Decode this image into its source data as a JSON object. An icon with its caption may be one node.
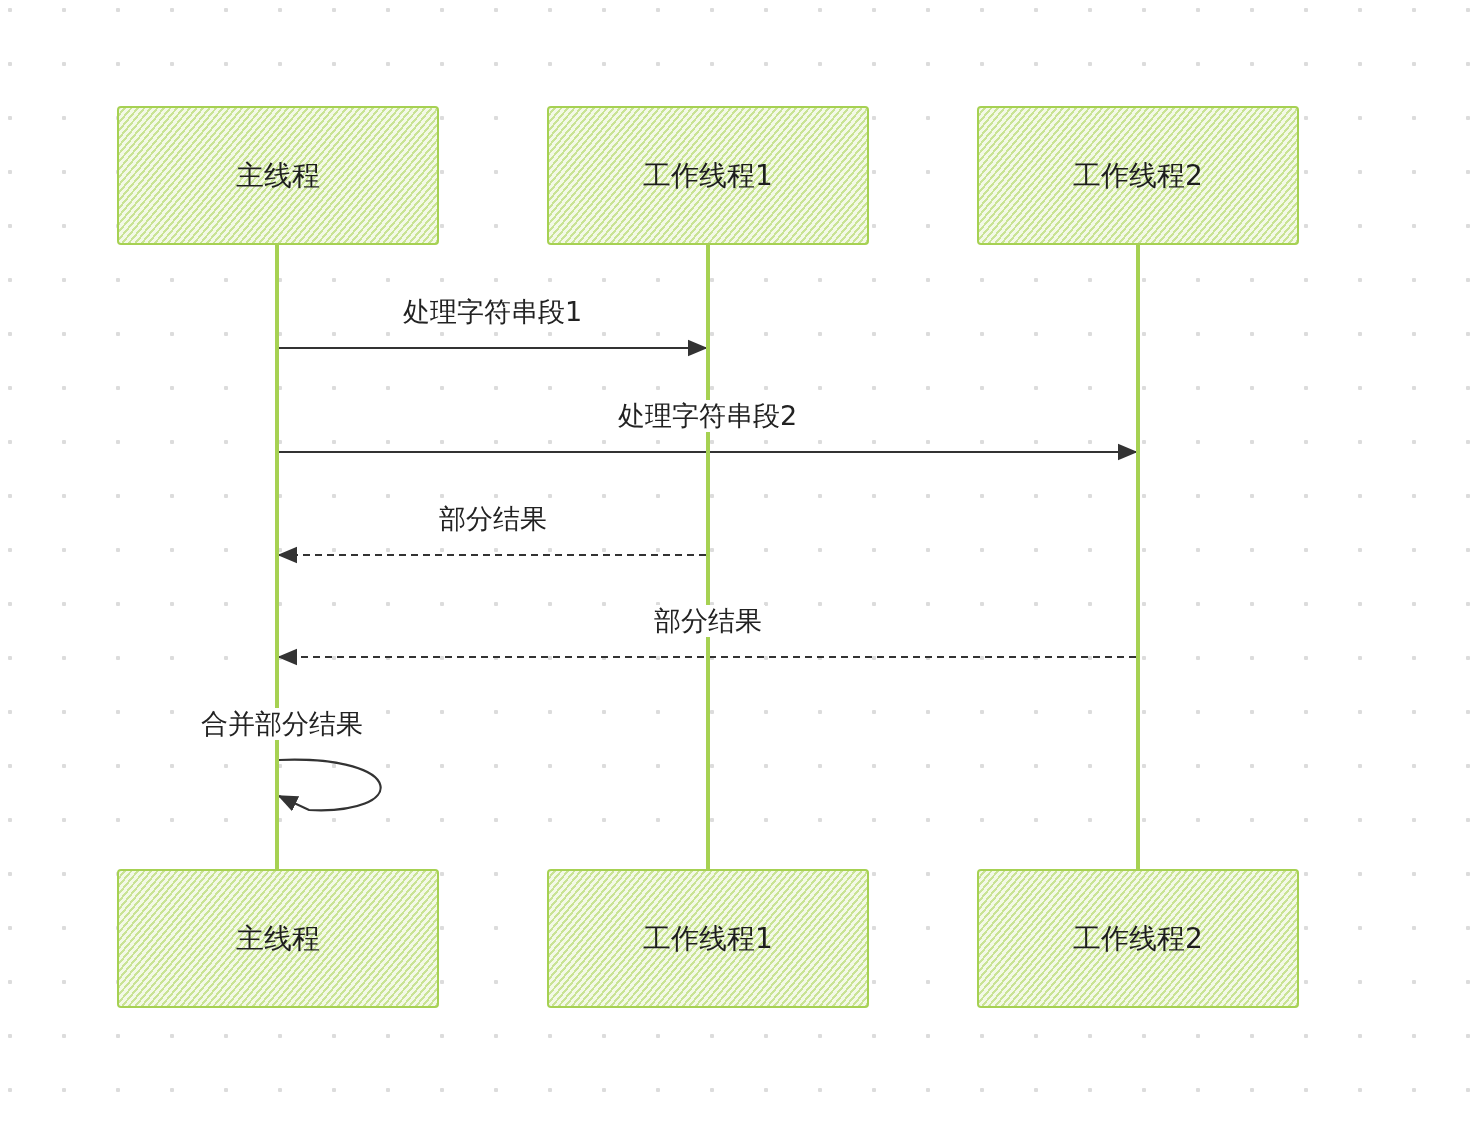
{
  "diagram": {
    "nodes": [
      {
        "text": [
          "主线程"
        ]
      },
      {
        "text": [
          "工作线程1"
        ]
      },
      {
        "text": [
          "工作线程2"
        ]
      },
      {
        "text": [],
        "shape": "bar"
      },
      {
        "text": [],
        "shape": "bar"
      },
      {
        "text": [],
        "shape": "bar"
      },
      {
        "text": [
          "主线程"
        ]
      },
      {
        "text": [
          "工作线程1"
        ]
      },
      {
        "text": [
          "工作线程2"
        ]
      }
    ],
    "edges": [
      {
        "from": 3,
        "to": 4,
        "arrow": "to",
        "label": "处理字符串段1"
      },
      {
        "from": 3,
        "to": 5,
        "arrow": "to",
        "label": "处理字符串段2"
      },
      {
        "from": 4,
        "to": 3,
        "arrow": "to",
        "label": "部分结果",
        "style": "dashed"
      },
      {
        "from": 5,
        "to": 3,
        "arrow": "to",
        "label": "部分结果",
        "style": "dashed"
      },
      {
        "from": 3,
        "to": 3,
        "arrow": "to",
        "label": "合并部分结果"
      }
    ]
  }
}
